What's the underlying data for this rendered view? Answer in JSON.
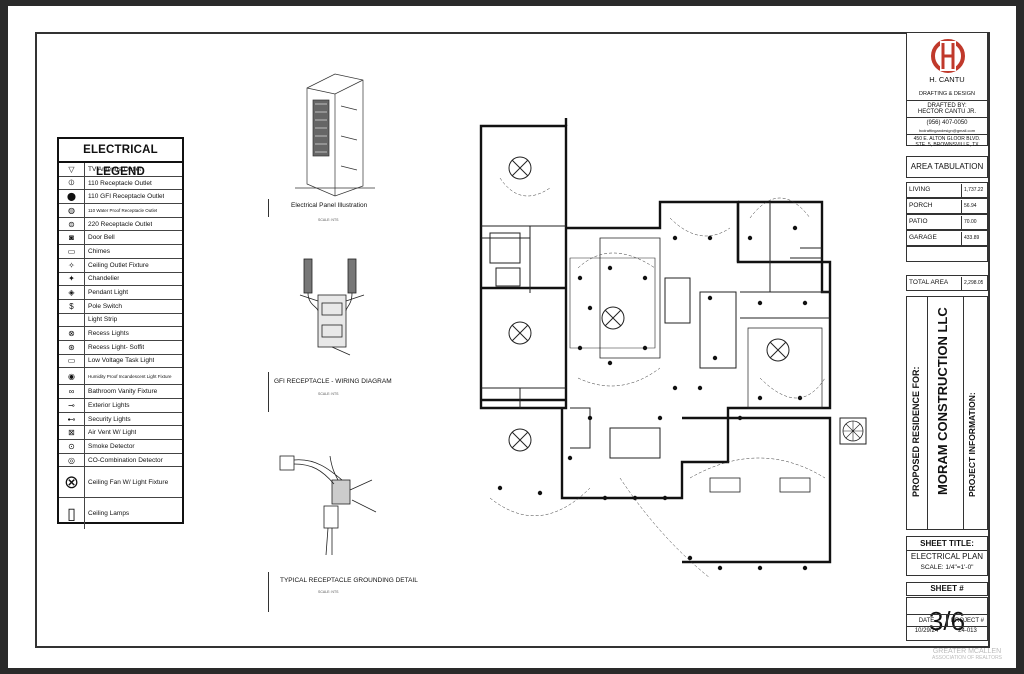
{
  "legend": {
    "title": "ELECTRICAL LEGEND",
    "items": [
      {
        "icon": "tv-antenna-icon",
        "label": "TV Antenna Outlet"
      },
      {
        "icon": "receptacle-icon",
        "label": "110 Receptacle Outlet"
      },
      {
        "icon": "gfi-receptacle-icon",
        "label": "110 GFI Receptacle Outlet"
      },
      {
        "icon": "waterproof-receptacle-icon",
        "label": "110 Water Proof Receptacle Outlet"
      },
      {
        "icon": "receptacle-220-icon",
        "label": "220 Receptacle Outlet"
      },
      {
        "icon": "door-bell-icon",
        "label": "Door Bell"
      },
      {
        "icon": "chimes-icon",
        "label": "Chimes"
      },
      {
        "icon": "ceiling-outlet-icon",
        "label": "Ceiling Outlet Fixture"
      },
      {
        "icon": "chandelier-icon",
        "label": "Chandelier"
      },
      {
        "icon": "pendant-light-icon",
        "label": "Pendant Light"
      },
      {
        "icon": "pole-switch-icon",
        "label": "Pole Switch"
      },
      {
        "icon": "light-strip-icon",
        "label": "Light Strip"
      },
      {
        "icon": "recess-light-icon",
        "label": "Recess Lights"
      },
      {
        "icon": "recess-soffit-icon",
        "label": "Recess Light- Soffit"
      },
      {
        "icon": "task-light-icon",
        "label": "Low Voltage Task Light"
      },
      {
        "icon": "humidity-fixture-icon",
        "label": "Humidity Proof Incandescent Light Fixture"
      },
      {
        "icon": "vanity-fixture-icon",
        "label": "Bathroom Vanity Fixture"
      },
      {
        "icon": "exterior-light-icon",
        "label": "Exterior Lights"
      },
      {
        "icon": "security-light-icon",
        "label": "Security Lights"
      },
      {
        "icon": "air-vent-icon",
        "label": "Air Vent W/ Light"
      },
      {
        "icon": "smoke-detector-icon",
        "label": "Smoke Detector"
      },
      {
        "icon": "co-detector-icon",
        "label": "CO-Combination Detector"
      },
      {
        "icon": "ceiling-fan-icon",
        "label": "Ceiling Fan W/ Light Fixture"
      },
      {
        "icon": "ceiling-lamp-icon",
        "label": "Ceiling Lamps"
      }
    ]
  },
  "details": {
    "panel_title": "Electrical Panel Illustration",
    "gfi_title": "GFI RECEPTACLE - WIRING DIAGRAM",
    "grounding_title": "TYPICAL RECEPTACLE GROUNDING DETAIL",
    "scale_note": "SCALE: NTS"
  },
  "title_block": {
    "company": "H. CANTU",
    "company_sub": "DRAFTING & DESIGN",
    "drafted_by_label": "DRAFTED BY:",
    "drafted_by": "HECTOR CANTU JR.",
    "phone": "(956) 407-0050",
    "email": "hcdraftingandesign@gmail.com",
    "address1": "450 E. ALTON GLOOR BLVD.",
    "address2": "STE. 5, BROWNSVILLE, TX",
    "area_title": "AREA TABULATION",
    "areas": [
      {
        "label": "LIVING",
        "value": "1,737.22"
      },
      {
        "label": "PORCH",
        "value": "56.94"
      },
      {
        "label": "PATIO",
        "value": "70.00"
      },
      {
        "label": "GARAGE",
        "value": "433.89"
      }
    ],
    "total_label": "TOTAL AREA",
    "total_value": "2,298.05",
    "proposed": "PROPOSED RESIDENCE FOR:",
    "client": "MORAM CONSTRUCTION LLC",
    "project_info_label": "PROJECT INFORMATION:",
    "sheet_title_label": "SHEET TITLE:",
    "sheet_title": "ELECTRICAL PLAN",
    "scale": "SCALE: 1/4\"=1'-0\"",
    "sheet_num_label": "SHEET #",
    "sheet_num": "3/6",
    "date_label": "DATE",
    "date": "10/29/24",
    "project_label": "PROJECT #",
    "project": "24-013"
  },
  "watermark": {
    "line1": "GREATER MCALLEN",
    "line2": "ASSOCIATION OF REALTORS"
  },
  "colors": {
    "logo": "#c0392b",
    "line": "#222222"
  }
}
